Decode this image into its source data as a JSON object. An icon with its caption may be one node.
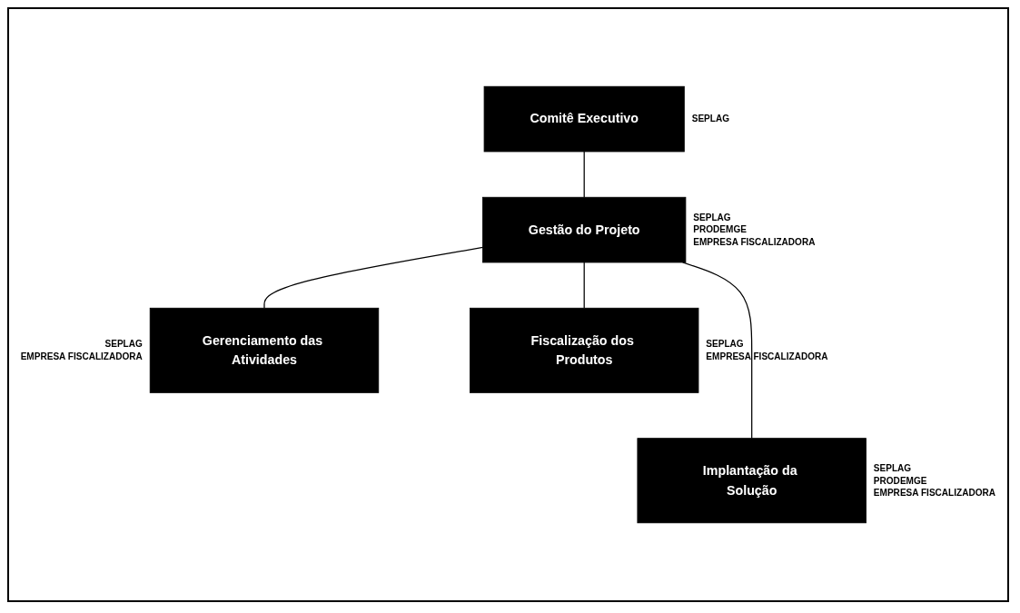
{
  "diagram": {
    "nodes": [
      {
        "text": [
          "Comitê Executivo"
        ],
        "beside": [
          "SEPLAG"
        ]
      },
      {
        "text": [
          "Gestão do Projeto"
        ],
        "beside": [
          "SEPLAG",
          "PRODEMGE",
          "EMPRESA FISCALIZADORA"
        ]
      },
      {
        "text": [
          "Gerenciamento das Atividades"
        ],
        "beside": [
          "SEPLAG",
          "EMPRESA FISCALIZADORA"
        ]
      },
      {
        "text": [
          "Fiscalização dos Produtos"
        ],
        "beside": [
          "SEPLAG",
          "EMPRESA FISCALIZADORA"
        ]
      },
      {
        "text": [
          "Implantação da Solução"
        ],
        "beside": [
          "SEPLAG",
          "PRODEMGE",
          "EMPRESA FISCALIZADORA"
        ]
      }
    ],
    "edges": [
      {
        "from": 0,
        "to": 1,
        "arrow": "none"
      },
      {
        "from": 1,
        "to": 2,
        "arrow": "none"
      },
      {
        "from": 1,
        "to": 3,
        "arrow": "none"
      },
      {
        "from": 1,
        "to": 4,
        "arrow": "none"
      }
    ]
  }
}
